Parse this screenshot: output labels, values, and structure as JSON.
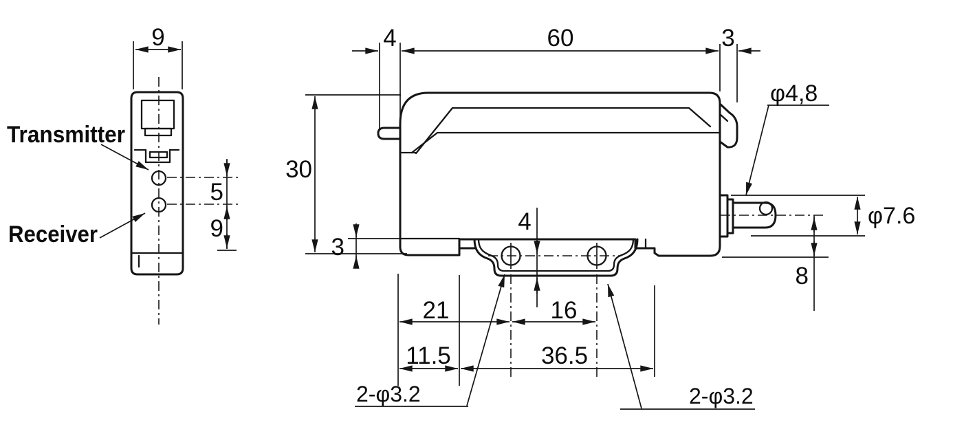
{
  "drawing": {
    "front": {
      "transmitter_label": "Transmitter",
      "receiver_label": "Receiver",
      "dim_width": "9",
      "dim_beam_spacing": "5",
      "dim_receiver_to_bottom": "9"
    },
    "side": {
      "dim_hook_offset": "4",
      "dim_body_length": "60",
      "dim_latch_width": "3",
      "dim_body_height": "30",
      "dim_foot_height": "3",
      "dim_hole_to_base": "4",
      "dim_edge_to_hole": "21",
      "dim_hole_pitch": "16",
      "dim_edge_to_slot": "11.5",
      "dim_slot_span": "36.5",
      "dim_cable_dia": "φ4,8",
      "dim_bushing_dia": "φ7.6",
      "dim_cable_center_to_bottom": "8",
      "callout_holes_left": "2-φ3.2",
      "callout_holes_right": "2-φ3.2"
    }
  }
}
